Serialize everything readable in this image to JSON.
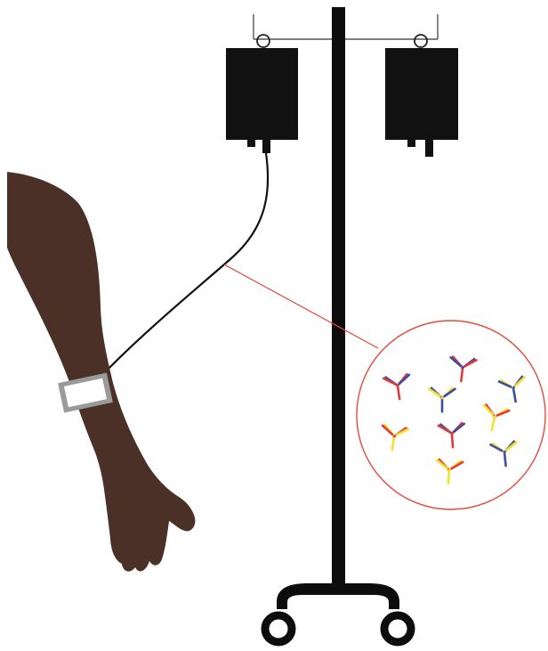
{
  "colors": {
    "background": "#ffffff",
    "skin": "#4a3026",
    "pole": "#0d0d0d",
    "bag": "#111111",
    "tube": "#111111",
    "callout_line": "#e34a3a",
    "bandage_border": "#9a9a9a",
    "bandage_fill": "#ffffff",
    "antibody_red": "#e53935",
    "antibody_blue": "#3a4fa3",
    "antibody_yellow": "#f5e02a"
  },
  "icons": {
    "iv_pole": "iv-stand",
    "iv_bag": "infusion-bag",
    "arm": "human-arm",
    "bandage": "adhesive-dressing",
    "antibody": "y-shaped-antibody"
  },
  "antibodies": [
    {
      "stem": "red",
      "left": "blue",
      "right": "red"
    },
    {
      "stem": "red",
      "left": "red",
      "right": "blue"
    },
    {
      "stem": "blue",
      "left": "blue",
      "right": "yellow"
    },
    {
      "stem": "blue",
      "left": "yellow",
      "right": "blue"
    },
    {
      "stem": "yellow",
      "left": "yellow",
      "right": "red"
    },
    {
      "stem": "red",
      "left": "blue",
      "right": "red"
    },
    {
      "stem": "yellow",
      "left": "red",
      "right": "yellow"
    },
    {
      "stem": "blue",
      "left": "yellow",
      "right": "blue"
    },
    {
      "stem": "yellow",
      "left": "red",
      "right": "yellow"
    }
  ]
}
